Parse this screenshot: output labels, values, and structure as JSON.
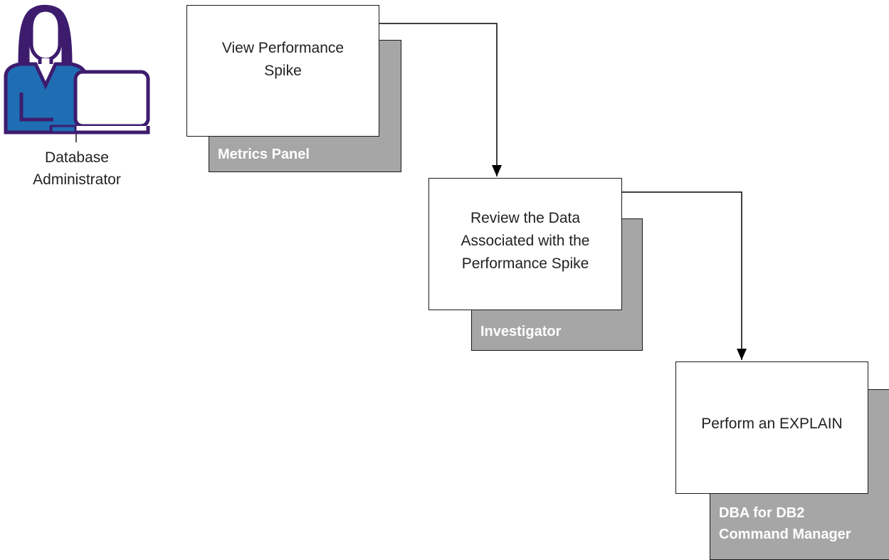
{
  "actor": {
    "icon": "user-at-laptop-icon",
    "label_line1": "Database",
    "label_line2": "Administrator"
  },
  "colors": {
    "icon_outline": "#3d1c6e",
    "icon_shirt": "#1f6eb4",
    "tool_box_fill": "#a6a6a6",
    "step_box_fill": "#ffffff",
    "tool_label_text": "#ffffff"
  },
  "steps": [
    {
      "label_line1": "View Performance",
      "label_line2": "Spike",
      "tool_line1": "Metrics Panel"
    },
    {
      "label_line1": "Review the Data",
      "label_line2": "Associated with the",
      "label_line3": "Performance Spike",
      "tool_line1": "Investigator"
    },
    {
      "label_line1": "Perform an EXPLAIN",
      "tool_line1": "DBA for DB2",
      "tool_line2": "Command Manager"
    }
  ]
}
